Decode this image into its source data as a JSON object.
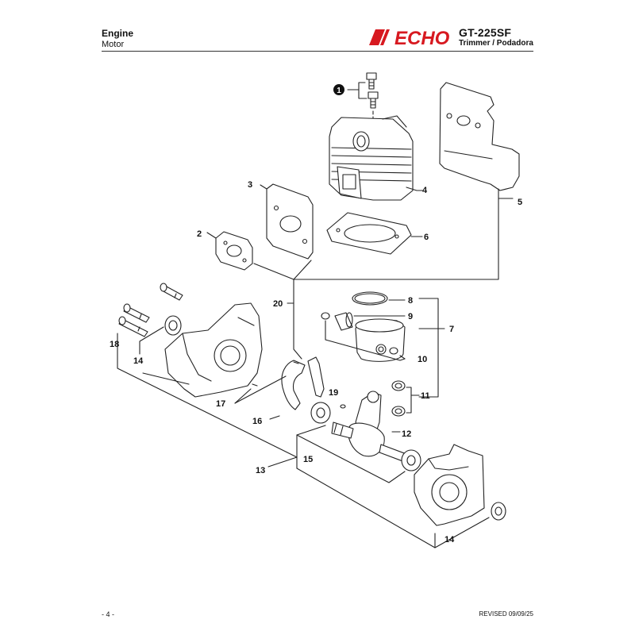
{
  "header": {
    "title": "Engine",
    "subtitle": "Motor",
    "model": "GT-225SF",
    "model_subtitle": "Trimmer / Podadora",
    "brand": "ECHO"
  },
  "footer": {
    "page_number": "- 4 -",
    "revised": "REVISED 09/09/25"
  },
  "callouts": {
    "c1": "1",
    "c2": "2",
    "c3": "3",
    "c4": "4",
    "c5": "5",
    "c6": "6",
    "c7": "7",
    "c8": "8",
    "c9": "9",
    "c10": "10",
    "c11": "11",
    "c12": "12",
    "c13": "13",
    "c14a": "14",
    "c14b": "14",
    "c15": "15",
    "c16": "16",
    "c17": "17",
    "c18": "18",
    "c19": "19",
    "c20": "20"
  },
  "colors": {
    "brand_red": "#d71920",
    "ink": "#111111"
  }
}
